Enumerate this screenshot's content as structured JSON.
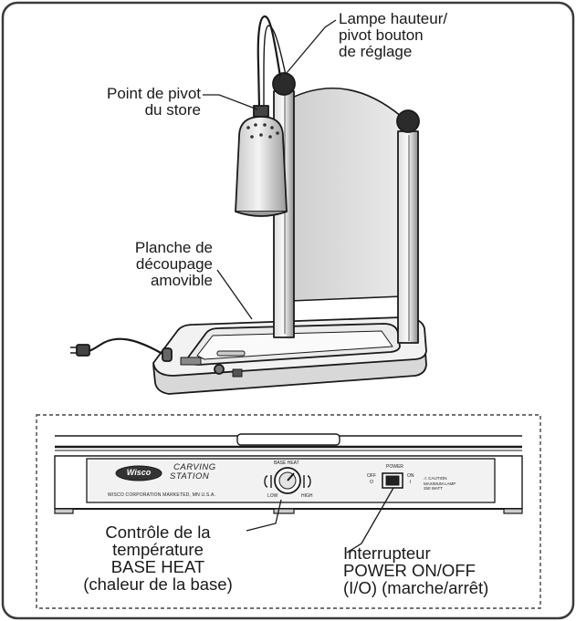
{
  "callouts": {
    "lamp_height": [
      "Lampe hauteur/",
      "pivot bouton",
      "de réglage"
    ],
    "pivot_point": [
      "Point de pivot",
      "du store"
    ],
    "cutting_board": [
      "Planche de",
      "découpage",
      "amovible"
    ],
    "temp_control": [
      "Contrôle de la",
      "température",
      "BASE HEAT",
      "(chaleur de la base)"
    ],
    "power_switch": [
      "Interrupteur",
      "POWER ON/OFF",
      "(I/O) (marche/arrêt)"
    ]
  },
  "panel": {
    "brand": "Wisco",
    "station_title": [
      "CARVING",
      "STATION"
    ],
    "maker_line": "WISCO CORPORATION MARKETED, MN U.S.A.",
    "dial_title": "BASE HEAT",
    "dial_low": "LOW",
    "dial_high": "HIGH",
    "power_title": "POWER",
    "off_label": "OFF",
    "on_label": "ON",
    "off_sym": "O",
    "on_sym": "I",
    "caution": [
      "⚠ CAUTION",
      "MAXIMUM LAMP",
      "250 WATT"
    ]
  },
  "colors": {
    "line": "#1a1a1a",
    "frame": "#3a3a3a",
    "panel_fill": "#e6e6e6",
    "shade": "#bdbdbd"
  }
}
